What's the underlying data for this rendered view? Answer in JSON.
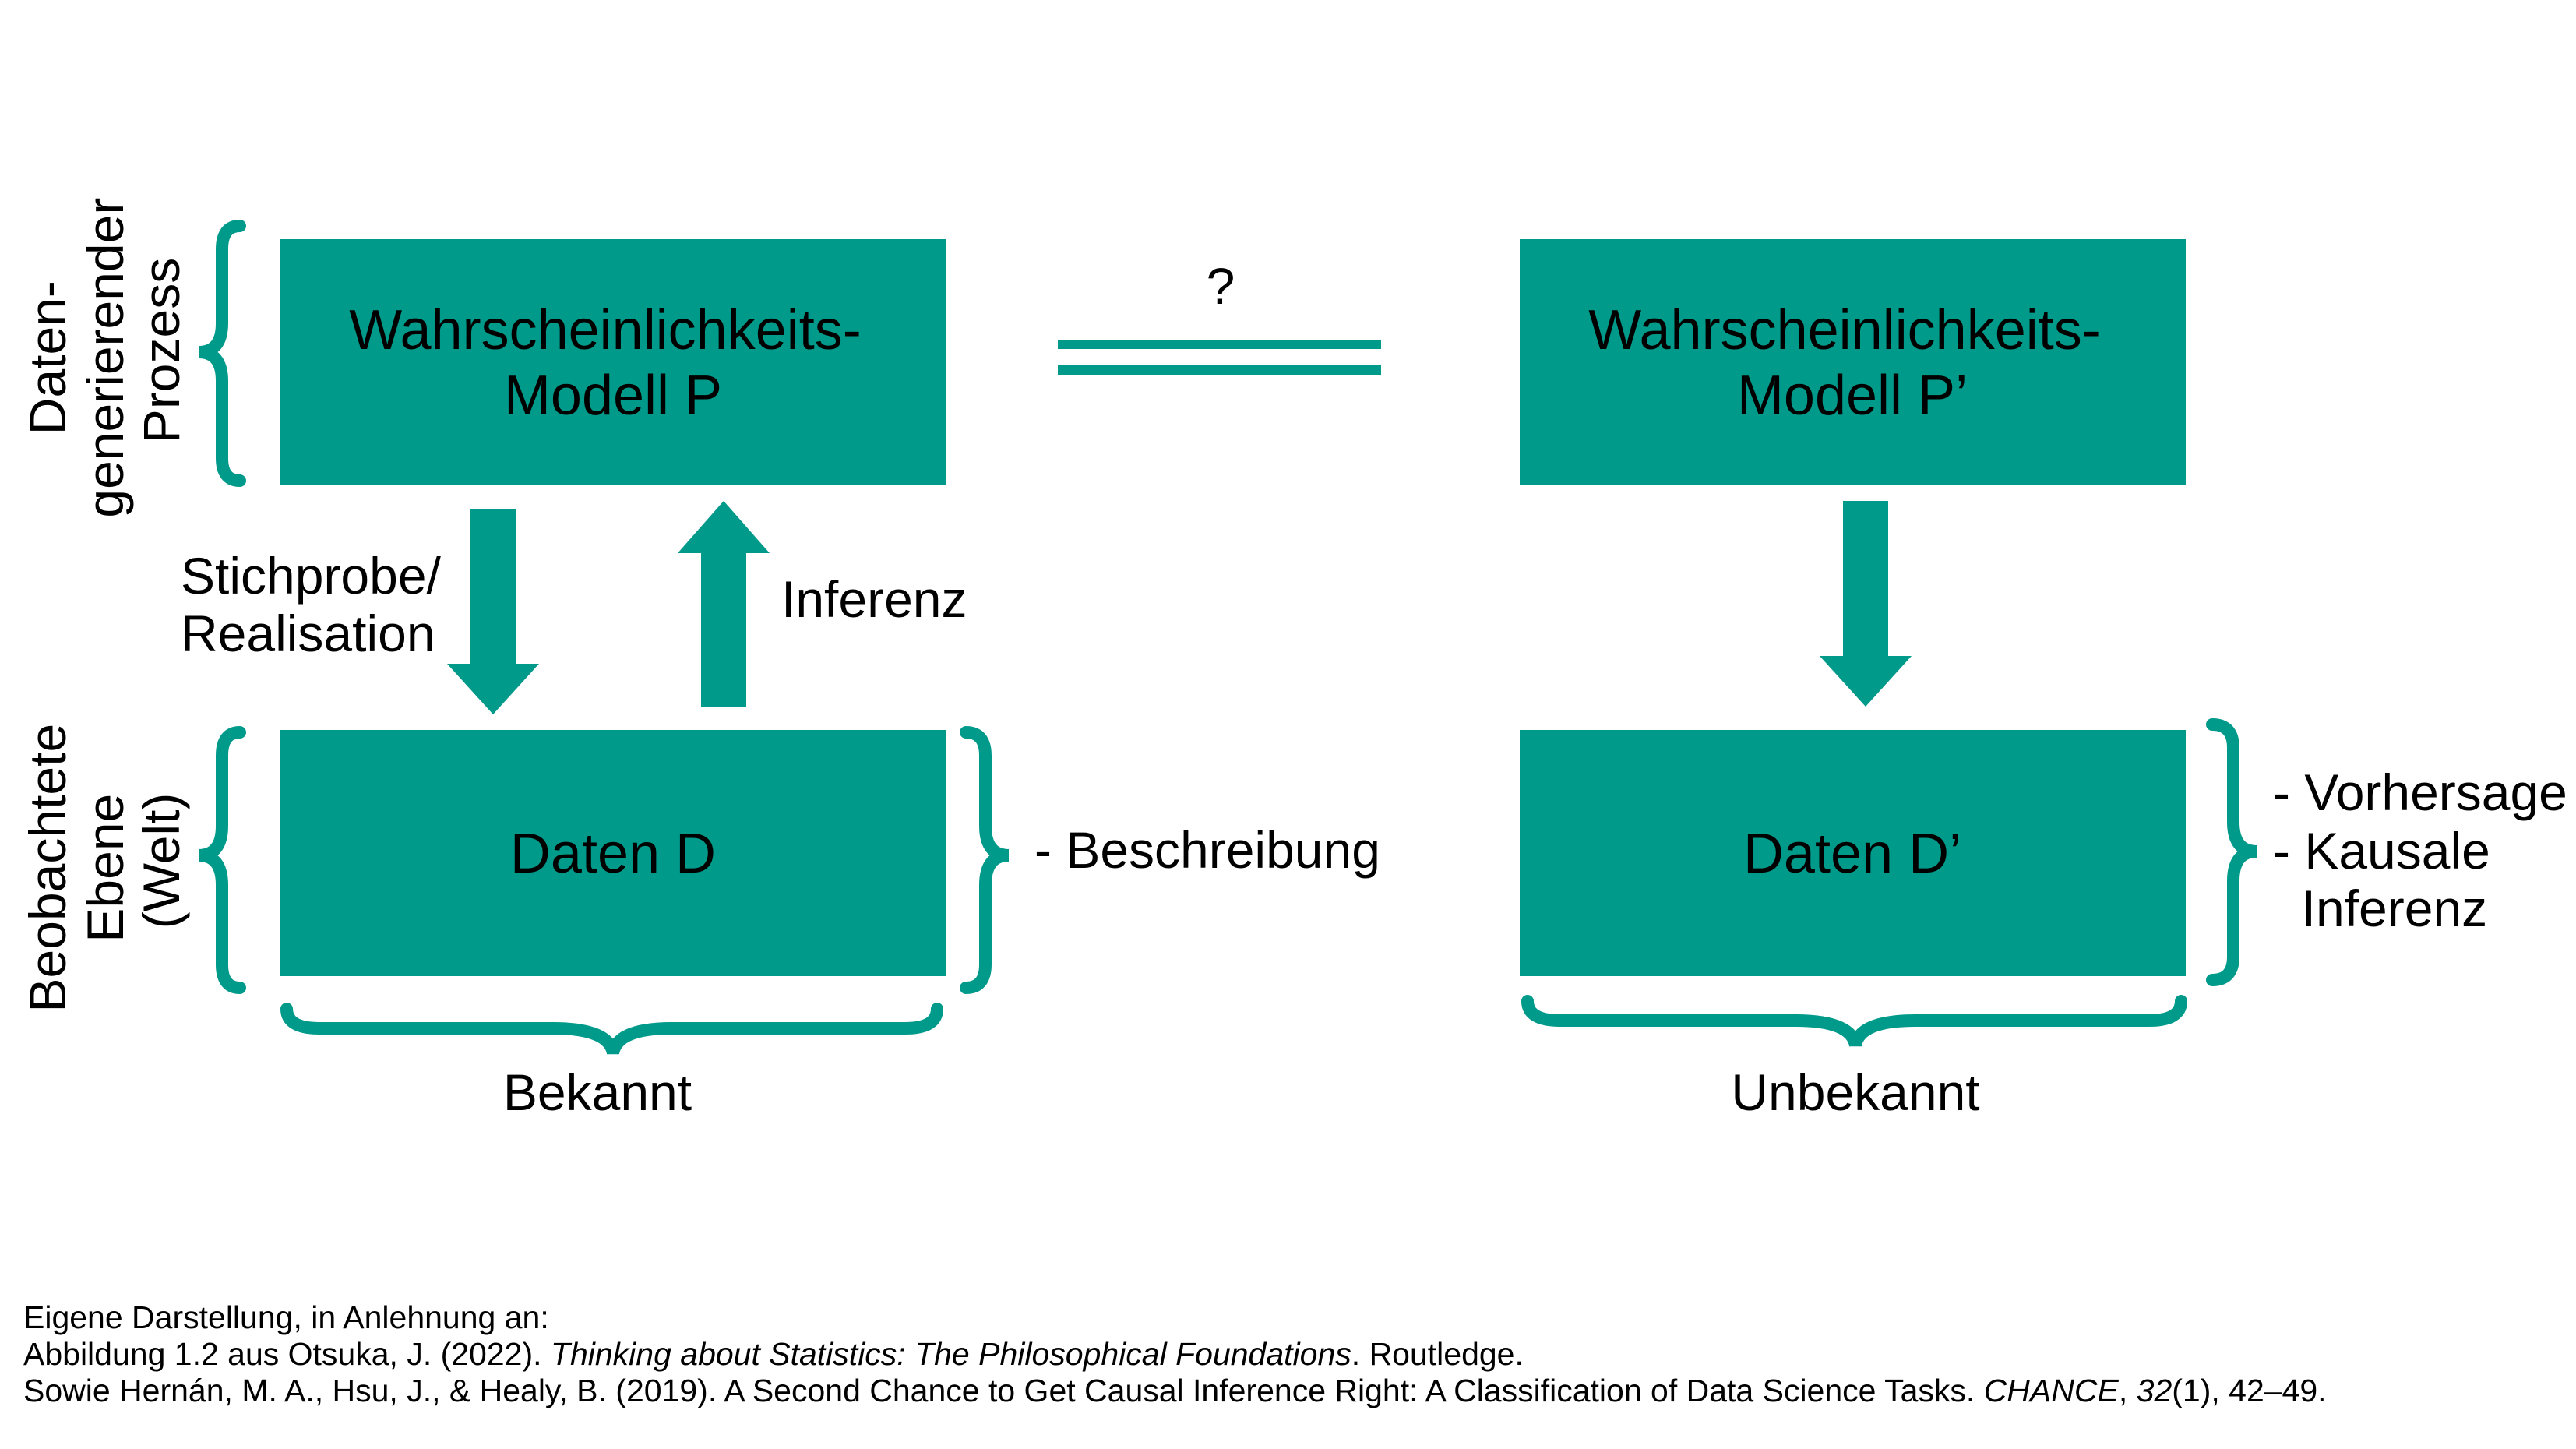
{
  "colors": {
    "teal": "#009a8a",
    "text": "#000000",
    "background": "#ffffff"
  },
  "boxes": {
    "model_p": [
      "Wahrscheinlichkeits-",
      "Modell P"
    ],
    "model_p_prime": [
      "Wahrscheinlichkeits-",
      "Modell P’"
    ],
    "data_d": "Daten D",
    "data_d_prime": "Daten D’"
  },
  "equality": {
    "question_mark": "?"
  },
  "arrows": {
    "down_label": [
      "Stichprobe/",
      "Realisation"
    ],
    "up_label": "Inferenz"
  },
  "side_labels": {
    "process": [
      "Daten-",
      "generierender",
      "Prozess"
    ],
    "observed": [
      "Beobachtete",
      "Ebene",
      "(Welt)"
    ]
  },
  "notes": {
    "description": "- Beschreibung",
    "right_tasks": [
      "- Vorhersage",
      "- Kausale",
      "  Inferenz"
    ]
  },
  "bottom_labels": {
    "known": "Bekannt",
    "unknown": "Unbekannt"
  },
  "footer": {
    "line1": "Eigene Darstellung, in Anlehnung an:",
    "line2": {
      "prefix": "Abbildung 1.2 aus Otsuka, J. (2022). ",
      "title": "Thinking about Statistics: The Philosophical Foundations",
      "suffix": ". Routledge."
    },
    "line3": {
      "prefix": "Sowie Hernán, M. A., Hsu, J., & Healy, B. (2019). A Second Chance to Get Causal Inference Right: A Classification of Data Science Tasks. ",
      "journal": "CHANCE",
      "sep": ", ",
      "volume": "32",
      "suffix": "(1), 42–49."
    }
  }
}
